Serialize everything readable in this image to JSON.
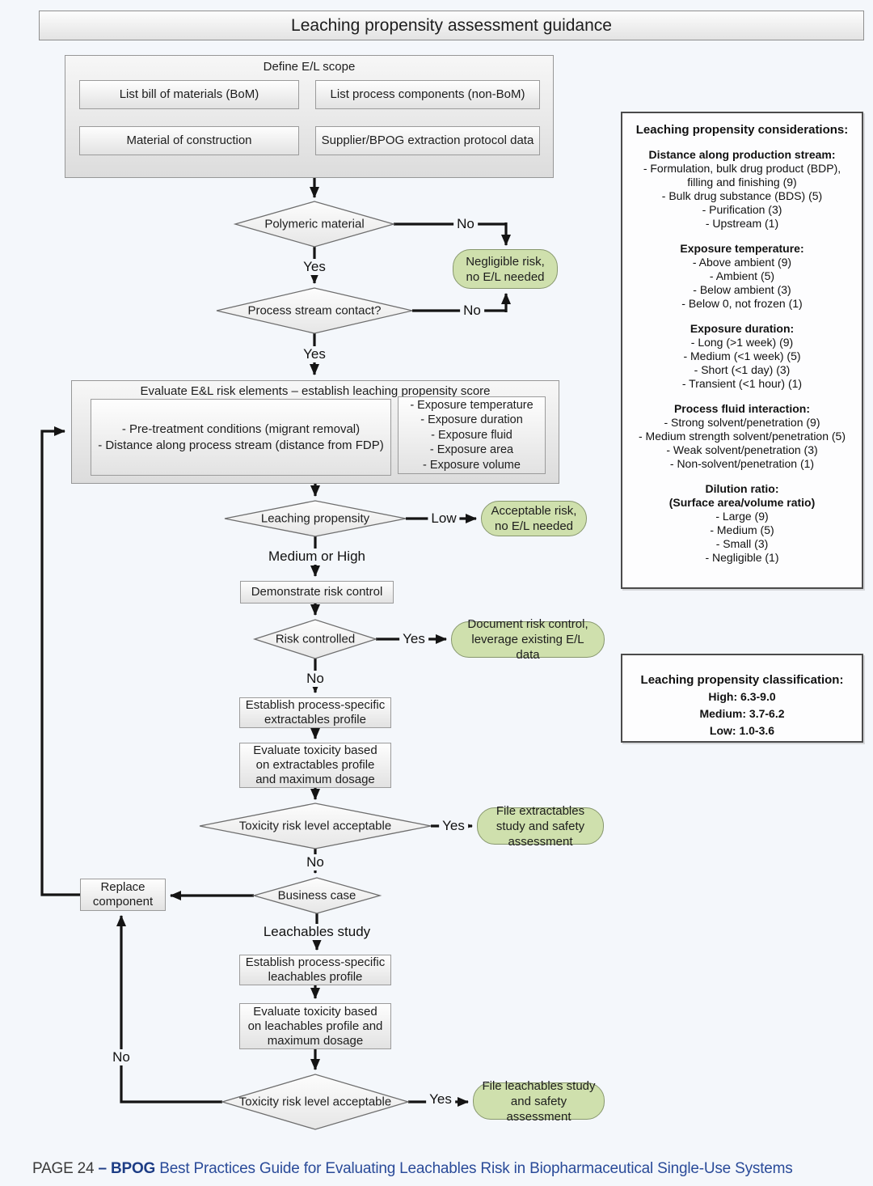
{
  "title": "Leaching propensity assessment guidance",
  "colors": {
    "page_bg": "#f4f7fb",
    "terminal_green": "#cfe0ad",
    "terminal_green_border": "#87976d",
    "box_border": "#9b9b9b",
    "panel_border": "#4b4b4b",
    "footer_blue": "#2a4b99",
    "footer_blue_bold": "#1d3d85",
    "line_black": "#141414"
  },
  "define_scope": {
    "label": "Define E/L scope",
    "items": [
      "List bill of materials (BoM)",
      "List process components (non-BoM)",
      "Material of construction",
      "Supplier/BPOG extraction protocol data"
    ]
  },
  "nodes": {
    "polymeric": "Polymeric material",
    "process_contact": "Process stream contact?",
    "negligible": "Negligible risk, no E/L needed",
    "evaluate_title": "Evaluate E&L risk elements – establish leaching propensity score",
    "evaluate_left": [
      "- Pre-treatment conditions (migrant removal)",
      "- Distance along process stream (distance from FDP)"
    ],
    "evaluate_right": [
      "- Exposure temperature",
      "- Exposure duration",
      "- Exposure fluid",
      "- Exposure area",
      "- Exposure volume"
    ],
    "leaching_propensity": "Leaching propensity",
    "acceptable": "Acceptable risk, no E/L needed",
    "demonstrate": "Demonstrate risk control",
    "risk_controlled": "Risk controlled",
    "document_risk": "Document risk control, leverage existing E/L data",
    "establish_extractables": "Establish process-specific extractables profile",
    "evaluate_tox_extractables": "Evaluate toxicity based on extractables profile and maximum dosage",
    "tox_acceptable_1": "Toxicity risk level acceptable",
    "file_extractables": "File extractables study and safety assessment",
    "business_case": "Business case",
    "replace_component": "Replace component",
    "establish_leachables": "Establish process-specific leachables profile",
    "evaluate_tox_leachables": "Evaluate toxicity based on leachables profile and maximum dosage",
    "tox_acceptable_2": "Toxicity risk level acceptable",
    "file_leachables": "File leachables study and safety assessment"
  },
  "edge_labels": {
    "yes": "Yes",
    "no": "No",
    "low": "Low",
    "medium_or_high": "Medium or High",
    "leachables_study": "Leachables study"
  },
  "considerations": {
    "title": "Leaching propensity considerations:",
    "sections": [
      {
        "heading": "Distance along production stream:",
        "items": [
          "- Formulation, bulk drug product (BDP), filling and finishing (9)",
          "- Bulk drug substance (BDS) (5)",
          "- Purification (3)",
          "- Upstream (1)"
        ]
      },
      {
        "heading": "Exposure temperature:",
        "items": [
          "- Above ambient (9)",
          "- Ambient (5)",
          "- Below ambient (3)",
          "- Below 0, not frozen (1)"
        ]
      },
      {
        "heading": "Exposure duration:",
        "items": [
          "- Long (>1 week) (9)",
          "- Medium (<1 week) (5)",
          "- Short (<1 day) (3)",
          "- Transient (<1 hour) (1)"
        ]
      },
      {
        "heading": "Process fluid interaction:",
        "items": [
          "- Strong solvent/penetration (9)",
          "- Medium strength solvent/penetration (5)",
          "- Weak solvent/penetration (3)",
          "- Non-solvent/penetration (1)"
        ]
      },
      {
        "heading": "Dilution ratio:",
        "heading2": "(Surface area/volume ratio)",
        "items": [
          "- Large (9)",
          "- Medium (5)",
          "- Small (3)",
          "- Negligible (1)"
        ]
      }
    ]
  },
  "classification": {
    "title": "Leaching propensity classification:",
    "items": [
      "High: 6.3-9.0",
      "Medium: 3.7-6.2",
      "Low: 1.0-3.6"
    ]
  },
  "footer": {
    "page": "PAGE 24",
    "dash": "–",
    "brand": "BPOG",
    "text": "Best Practices Guide for Evaluating Leachables Risk in Biopharmaceutical Single-Use Systems"
  }
}
